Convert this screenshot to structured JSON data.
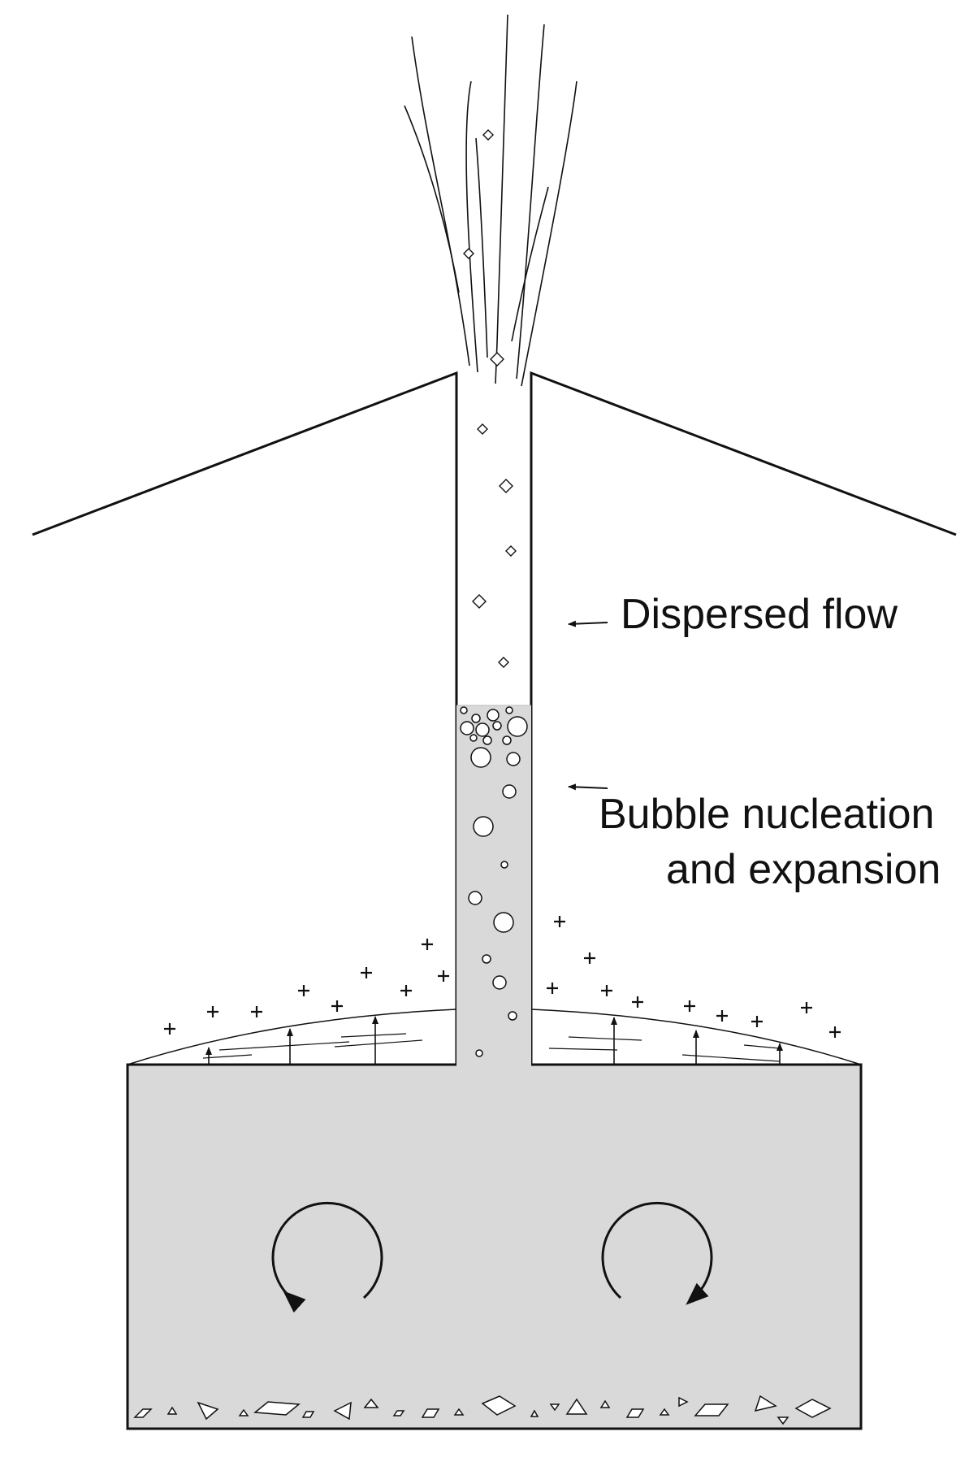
{
  "labels": {
    "dispersed_flow": "Dispersed flow",
    "bubble_line1": "Bubble nucleation",
    "bubble_line2": "and expansion"
  },
  "colors": {
    "magma_fill": "#d9d9d9",
    "stroke": "#111111",
    "background": "#ffffff"
  },
  "icons": {
    "convection_arrow": "circular-arrow-icon",
    "fragment": "crystal-fragment-icon",
    "volatile": "plus-icon"
  }
}
